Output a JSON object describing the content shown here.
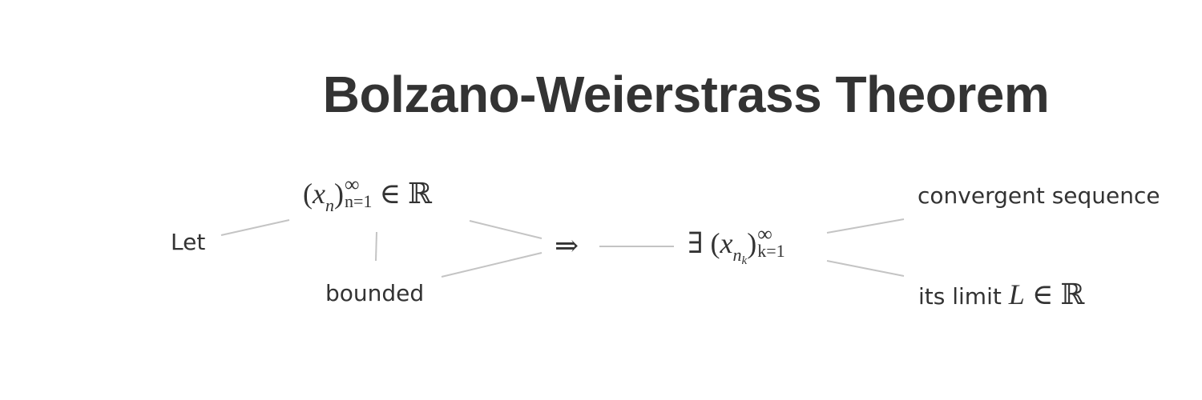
{
  "title": "Bolzano-Weierstrass Theorem",
  "nodes": {
    "let": "Let",
    "sequence": {
      "open": "(",
      "var": "x",
      "sub": "n",
      "close": ")",
      "sup": "∞",
      "lower": "n=1",
      "rel": "∈",
      "set": "ℝ"
    },
    "bounded": "bounded",
    "implies": "⇒",
    "subsequence": {
      "exists": "∃",
      "open": "(",
      "var": "x",
      "sub": "n",
      "subsub": "k",
      "close": ")",
      "sup": "∞",
      "lower": "k=1"
    },
    "convergent": "convergent sequence",
    "limit": {
      "text": "its limit",
      "var": "L",
      "rel": "∈",
      "set": "ℝ"
    }
  },
  "colors": {
    "text": "#333333",
    "edge": "#c4c4c4",
    "background": "#ffffff"
  }
}
